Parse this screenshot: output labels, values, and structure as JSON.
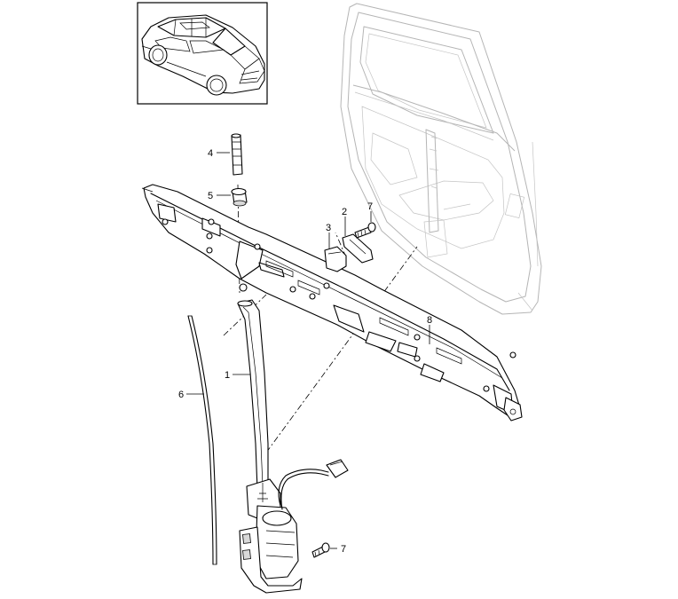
{
  "diagram": {
    "callouts": [
      {
        "id": "callout-4",
        "label": "4"
      },
      {
        "id": "callout-5",
        "label": "5"
      },
      {
        "id": "callout-3",
        "label": "3"
      },
      {
        "id": "callout-2",
        "label": "2"
      },
      {
        "id": "callout-7-top",
        "label": "7"
      },
      {
        "id": "callout-8",
        "label": "8"
      },
      {
        "id": "callout-1",
        "label": "1"
      },
      {
        "id": "callout-6",
        "label": "6"
      },
      {
        "id": "callout-7-bottom",
        "label": "7"
      }
    ]
  },
  "colors": {
    "line": "#000000",
    "ghost": "#b5b5b5",
    "background": "#ffffff"
  }
}
